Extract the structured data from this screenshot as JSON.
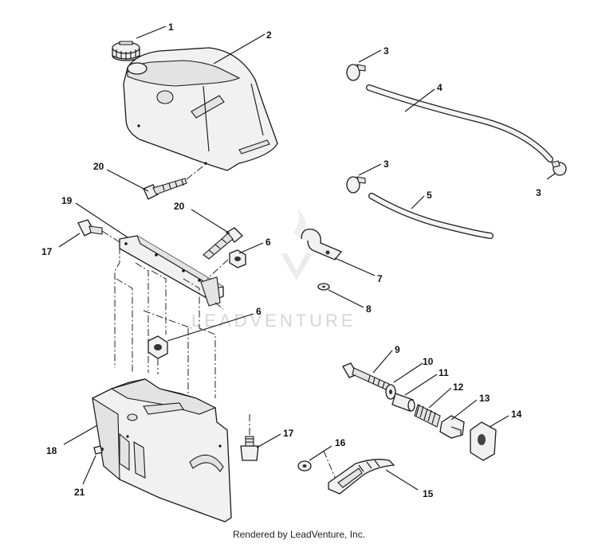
{
  "footer": "Rendered by LeadVenture, Inc.",
  "watermark": "LEADVENTURE",
  "callouts": [
    {
      "id": "c1",
      "text": "1"
    },
    {
      "id": "c2",
      "text": "2"
    },
    {
      "id": "c3a",
      "text": "3"
    },
    {
      "id": "c3b",
      "text": "3"
    },
    {
      "id": "c3c",
      "text": "3"
    },
    {
      "id": "c4",
      "text": "4"
    },
    {
      "id": "c5",
      "text": "5"
    },
    {
      "id": "c6a",
      "text": "6"
    },
    {
      "id": "c6b",
      "text": "6"
    },
    {
      "id": "c7",
      "text": "7"
    },
    {
      "id": "c8",
      "text": "8"
    },
    {
      "id": "c9",
      "text": "9"
    },
    {
      "id": "c10",
      "text": "10"
    },
    {
      "id": "c11",
      "text": "11"
    },
    {
      "id": "c12",
      "text": "12"
    },
    {
      "id": "c13",
      "text": "13"
    },
    {
      "id": "c14",
      "text": "14"
    },
    {
      "id": "c15",
      "text": "15"
    },
    {
      "id": "c16",
      "text": "16"
    },
    {
      "id": "c17a",
      "text": "17"
    },
    {
      "id": "c17b",
      "text": "17"
    },
    {
      "id": "c18",
      "text": "18"
    },
    {
      "id": "c19",
      "text": "19"
    },
    {
      "id": "c20a",
      "text": "20"
    },
    {
      "id": "c20b",
      "text": "20"
    },
    {
      "id": "c21",
      "text": "21"
    }
  ]
}
